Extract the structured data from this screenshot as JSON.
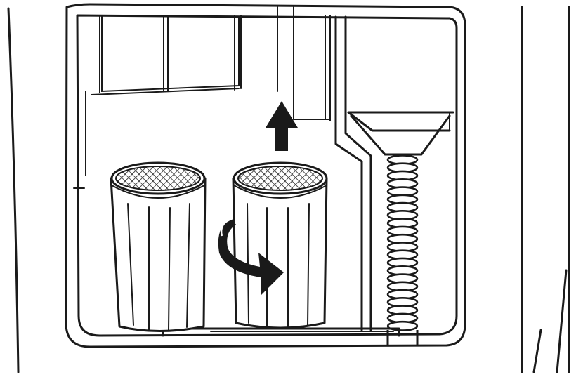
{
  "figure": {
    "subject": "filter-compartment",
    "colors": {
      "line": "#1a1a1a",
      "background": "#ffffff"
    },
    "icons": [
      "up-arrow-icon",
      "rotate-arrow-icon"
    ],
    "parts": {
      "filters": 2,
      "hose_coils": 22
    }
  }
}
